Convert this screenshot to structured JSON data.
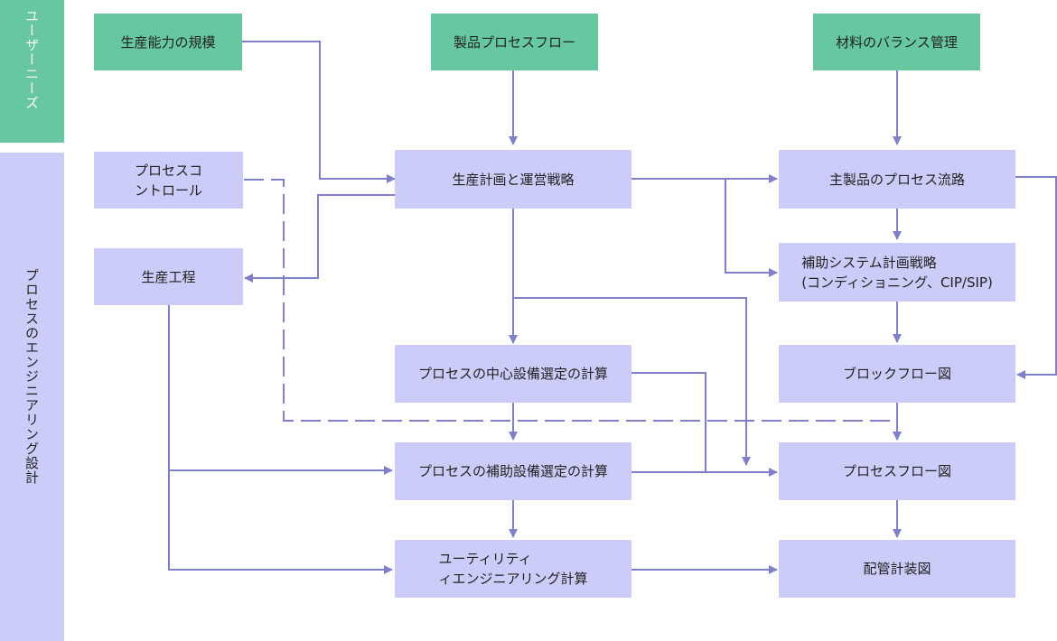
{
  "side_labels": {
    "user_needs": "ユーザーニーズ",
    "process_engineering": "プロセスのエンジニアリング設計"
  },
  "nodes": {
    "production_capacity": "生産能力の規模",
    "product_process_flow": "製品プロセスフロー",
    "material_balance": "材料のバランス管理",
    "process_control": "プロセスコ\nントロール",
    "production_plan": "生産計画と運営戦略",
    "main_product_flow": "主製品のプロセス流路",
    "production_process": "生産工程",
    "aux_system_plan": "補助システム計画戦略\n(コンディショニング、CIP/SIP)",
    "core_equipment_calc": "プロセスの中心設備選定の計算",
    "block_flow": "ブロックフロー図",
    "aux_equipment_calc": "プロセスの補助設備選定の計算",
    "process_flow_diagram": "プロセスフロー図",
    "utility_calc": "ユーティリティ\nィエンジニアリング計算",
    "piping_diagram": "配管計装図"
  },
  "colors": {
    "needs_green": "#66c7a0",
    "engineering_purple": "#ccccf9",
    "connector": "#8080c8"
  }
}
